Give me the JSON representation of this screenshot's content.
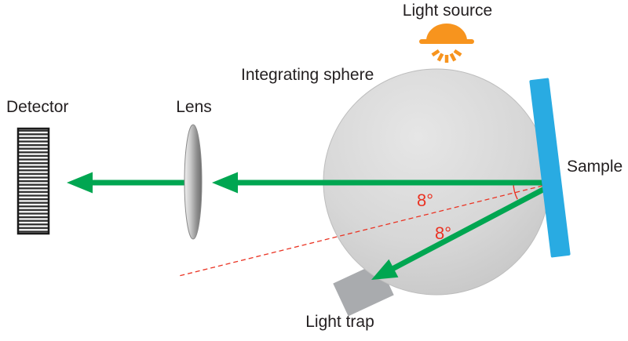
{
  "labels": {
    "light_source": "Light source",
    "integrating_sphere": "Integrating sphere",
    "detector": "Detector",
    "lens": "Lens",
    "sample": "Sample",
    "light_trap": "Light trap"
  },
  "angles": {
    "upper": "8°",
    "lower": "8°"
  },
  "colors": {
    "beam_green": "#00a651",
    "lamp_orange": "#f7941e",
    "sample_blue": "#29abe2",
    "accent_red": "#ea3323",
    "label_text": "#231f20",
    "trap_gray": "#a9abae"
  }
}
